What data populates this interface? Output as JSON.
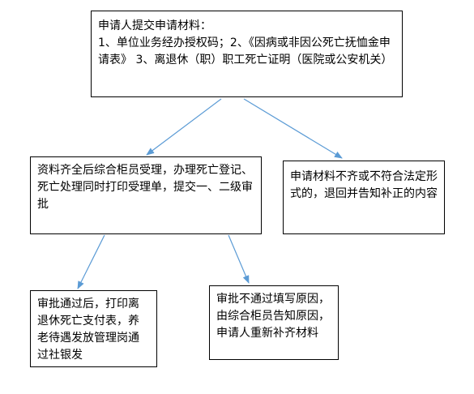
{
  "diagram": {
    "nodes": {
      "top": "申请人提交申请材料：\n1、单位业务经办授权码；2、《因病或非因公死亡抚恤金申请表》 3、离退休（职）职工死亡证明（医院或公安机关）",
      "accept": "资料齐全后综合柜员受理，办理死亡登记、死亡处理同时打印受理单，提交一、二级审批",
      "reject": "申请材料不齐或不符合法定形式的，退回并告知补正的内容",
      "approve": "审批通过后，打印离退休死亡支付表，养老待遇发放管理岗通过社银发",
      "not_pass": "审批不通过填写原因，由综合柜员告知原因，申请人重新补齐材料"
    },
    "colors": {
      "arrow": "#5B9BD5",
      "border": "#000000",
      "background": "#ffffff"
    }
  }
}
